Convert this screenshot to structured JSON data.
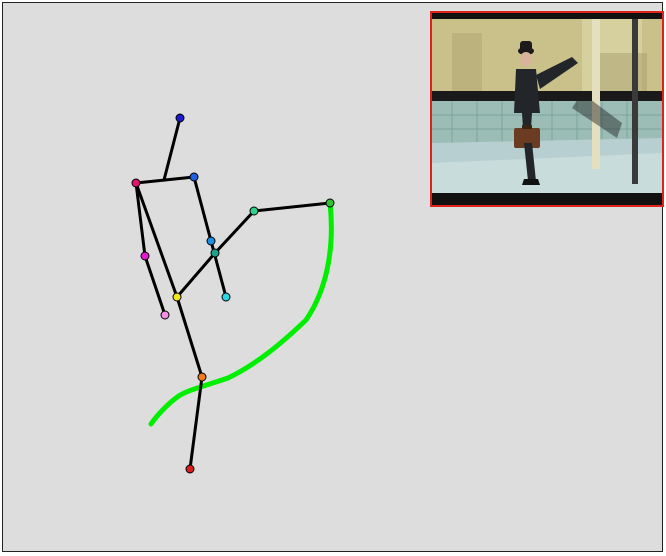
{
  "colors": {
    "background": "#dddddd",
    "frame_border": "#222222",
    "bone": "#000000",
    "trajectory": "#00ee00",
    "thumbnail_border": "#e0221c"
  },
  "thumbnail": {
    "icon": "video-frame-man-with-briefcase-kicking"
  },
  "skeleton": {
    "joints": [
      {
        "id": "head",
        "color": "#1a1acc"
      },
      {
        "id": "neck",
        "color": "#e0156b"
      },
      {
        "id": "right-shoulder",
        "color": "#1f5fe0"
      },
      {
        "id": "right-elbow",
        "color": "#1c8fe0"
      },
      {
        "id": "right-wrist",
        "color": "#2ad5e6"
      },
      {
        "id": "left-elbow",
        "color": "#e01ad0"
      },
      {
        "id": "left-wrist",
        "color": "#f290e6"
      },
      {
        "id": "pelvis",
        "color": "#f5e61c"
      },
      {
        "id": "hip",
        "color": "#1ba38f"
      },
      {
        "id": "knee",
        "color": "#2fd08a"
      },
      {
        "id": "foot",
        "color": "#2ec52e"
      },
      {
        "id": "lower-knee",
        "color": "#f07a1c"
      },
      {
        "id": "ankle",
        "color": "#dd1c1c"
      }
    ]
  }
}
